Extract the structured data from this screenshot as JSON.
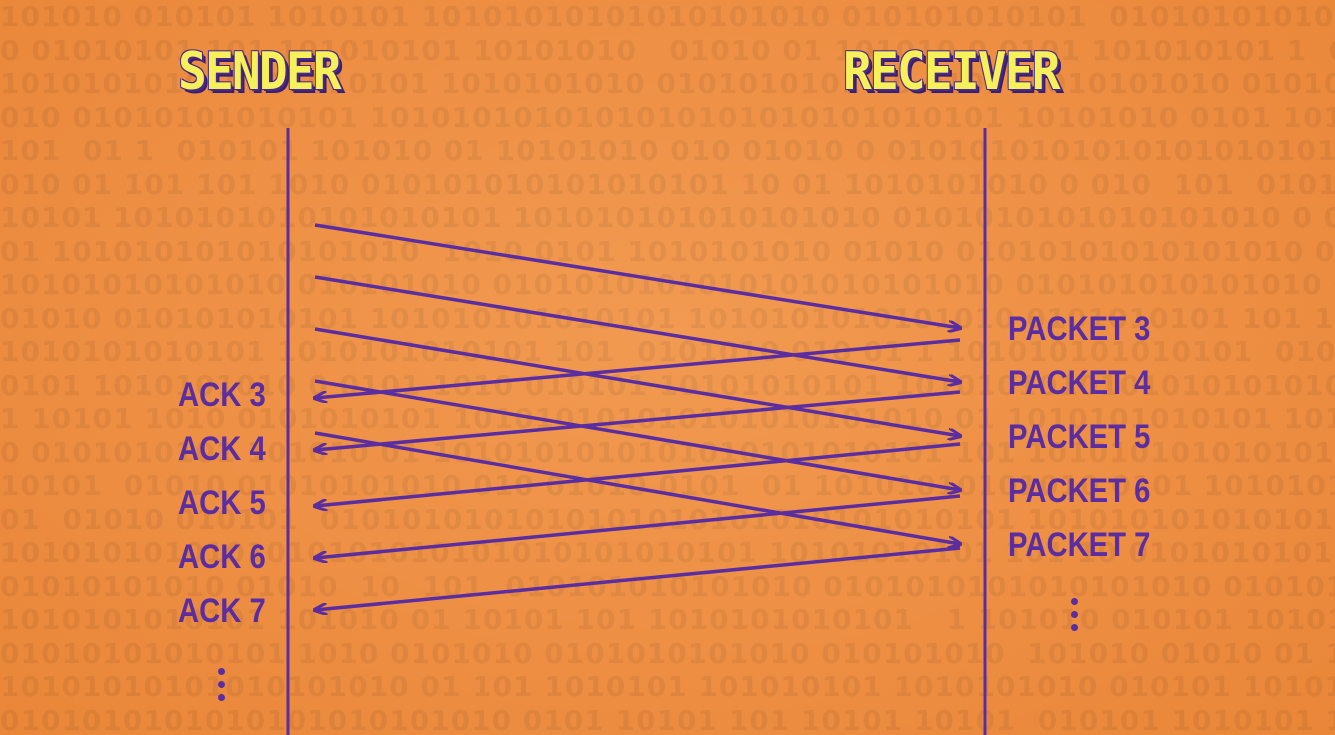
{
  "sender": {
    "title": "SENDER"
  },
  "receiver": {
    "title": "RECEIVER"
  },
  "packets": [
    "PACKET 3",
    "PACKET 4",
    "PACKET 5",
    "PACKET 6",
    "PACKET 7"
  ],
  "acks": [
    "ACK 3",
    "ACK 4",
    "ACK 5",
    "ACK 6",
    "ACK 7"
  ],
  "colors": {
    "background": "#ee9147",
    "line": "#5a2da0",
    "title": "#f6f05a"
  }
}
